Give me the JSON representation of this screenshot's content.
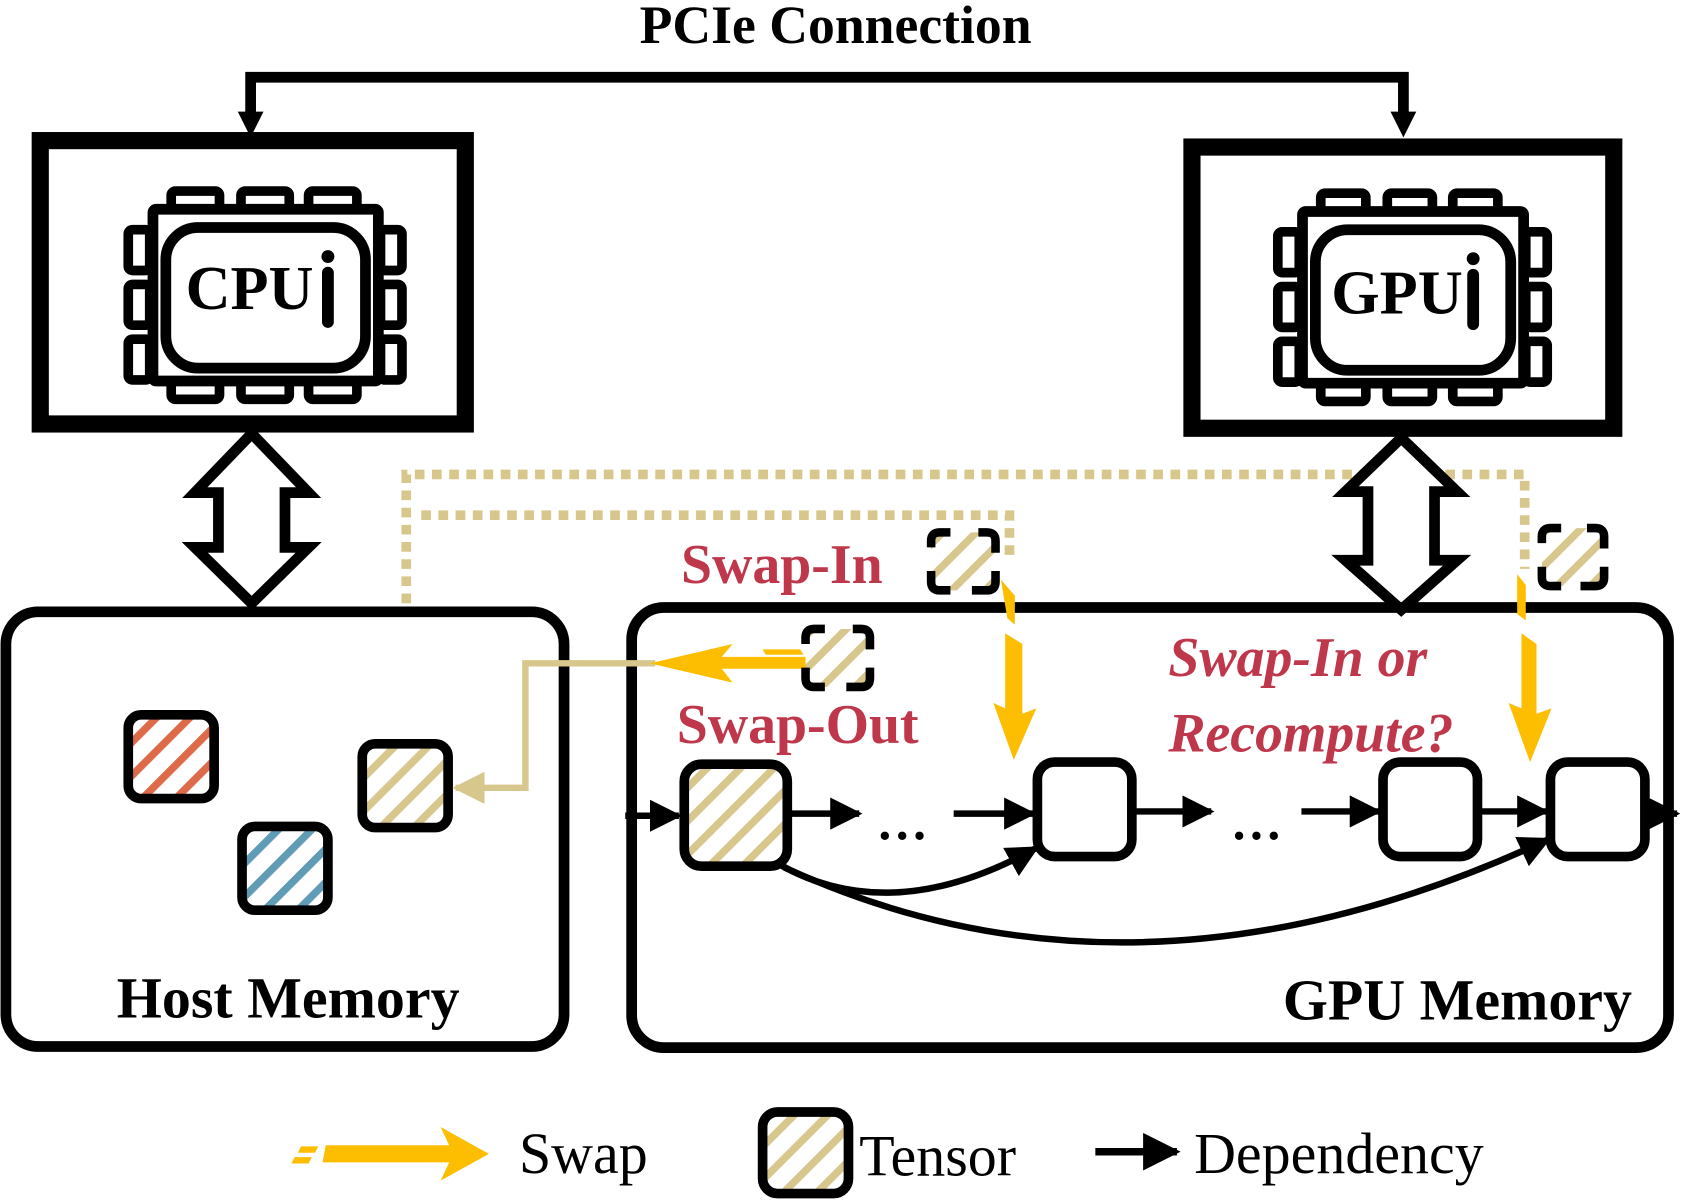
{
  "title": "PCIe Connection",
  "colors": {
    "swap": "#fdbd00",
    "tensor_tan": "#d8c78c",
    "tensor_red": "#dd6b4a",
    "tensor_blue": "#609cb6",
    "label_red": "#be374b",
    "stroke": "#000000"
  },
  "cpu": {
    "label": "CPU"
  },
  "gpu": {
    "label": "GPU"
  },
  "host_memory": {
    "label": "Host Memory"
  },
  "gpu_memory": {
    "label": "GPU Memory"
  },
  "annotations": {
    "swap_in": "Swap-In",
    "swap_out": "Swap-Out",
    "question_line1": "Swap-In or",
    "question_line2": "Recompute?",
    "ellipsis": "…"
  },
  "legend": {
    "swap": "Swap",
    "tensor": "Tensor",
    "dependency": "Dependency"
  }
}
